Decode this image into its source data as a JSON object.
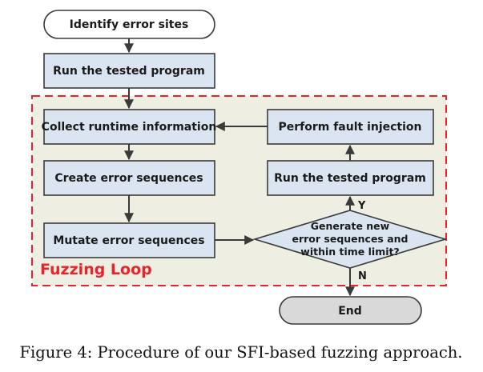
{
  "flowchart": {
    "start_label": "Identify error sites",
    "run_program_label": "Run the tested program",
    "collect_label": "Collect runtime information",
    "create_label": "Create error sequences",
    "mutate_label": "Mutate error sequences",
    "perform_label": "Perform fault injection",
    "run_program_loop_label": "Run the tested program",
    "decision_lines": [
      "Generate new",
      "error sequences and",
      "within time limit?"
    ],
    "yes_label": "Y",
    "no_label": "N",
    "end_label": "End",
    "loop_label": "Fuzzing Loop"
  },
  "caption": "Figure 4: Procedure of our SFI-based fuzzing approach.",
  "colors": {
    "box_fill": "#dbe5f1",
    "loop_background": "#eeeee2",
    "loop_border": "#e8242b",
    "end_fill": "#d9d9d9",
    "start_fill": "#ffffff"
  }
}
